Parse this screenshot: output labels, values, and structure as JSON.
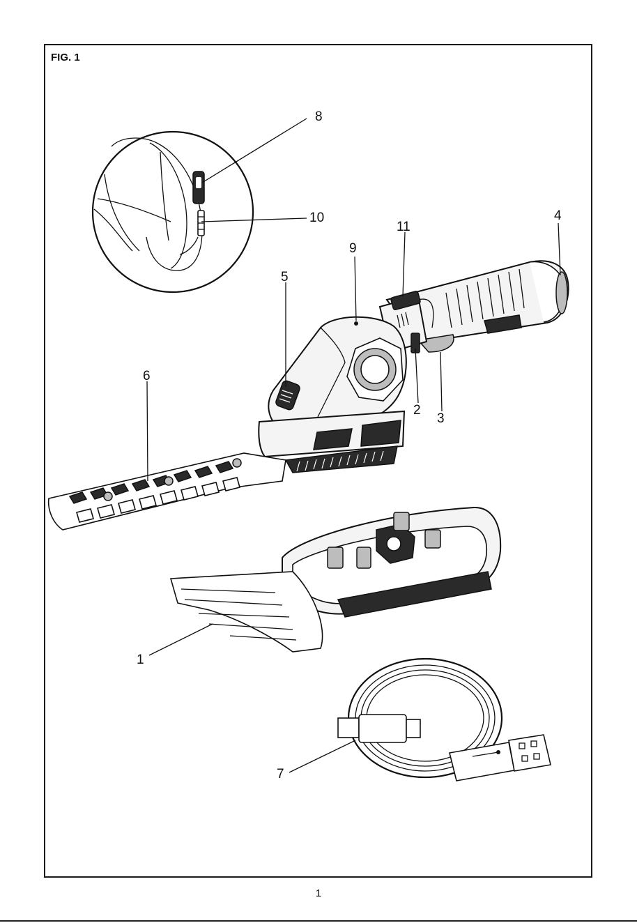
{
  "figure_label": "FIG. 1",
  "page_number": "1",
  "callouts": [
    {
      "id": "c1",
      "text": "1"
    },
    {
      "id": "c2",
      "text": "2"
    },
    {
      "id": "c3",
      "text": "3"
    },
    {
      "id": "c4",
      "text": "4"
    },
    {
      "id": "c5",
      "text": "5"
    },
    {
      "id": "c6",
      "text": "6"
    },
    {
      "id": "c7",
      "text": "7"
    },
    {
      "id": "c8",
      "text": "8"
    },
    {
      "id": "c9",
      "text": "9"
    },
    {
      "id": "c10",
      "text": "10"
    },
    {
      "id": "c11",
      "text": "11"
    }
  ],
  "parts": {
    "detail_inset": "magnified-detail-inset",
    "hedge_blade": "hedge-trimmer-blade",
    "shrub_blade": "shear-blade-attachment",
    "usb_cable": "usb-charging-cable",
    "tool_body": "cordless-shear-body"
  }
}
